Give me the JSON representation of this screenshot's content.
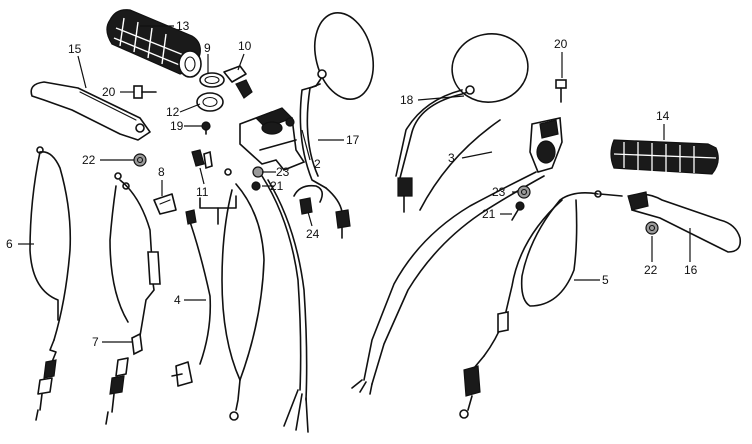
{
  "callouts": {
    "c2": "2",
    "c3": "3",
    "c4": "4",
    "c5": "5",
    "c6": "6",
    "c7": "7",
    "c8": "8",
    "c9": "9",
    "c10": "10",
    "c11": "11",
    "c12": "12",
    "c13": "13",
    "c14": "14",
    "c15": "15",
    "c16": "16",
    "c17": "17",
    "c18": "18",
    "c19": "19",
    "c20a": "20",
    "c20b": "20",
    "c21a": "21",
    "c21b": "21",
    "c22a": "22",
    "c22b": "22",
    "c23a": "23",
    "c23b": "23",
    "c24": "24"
  }
}
